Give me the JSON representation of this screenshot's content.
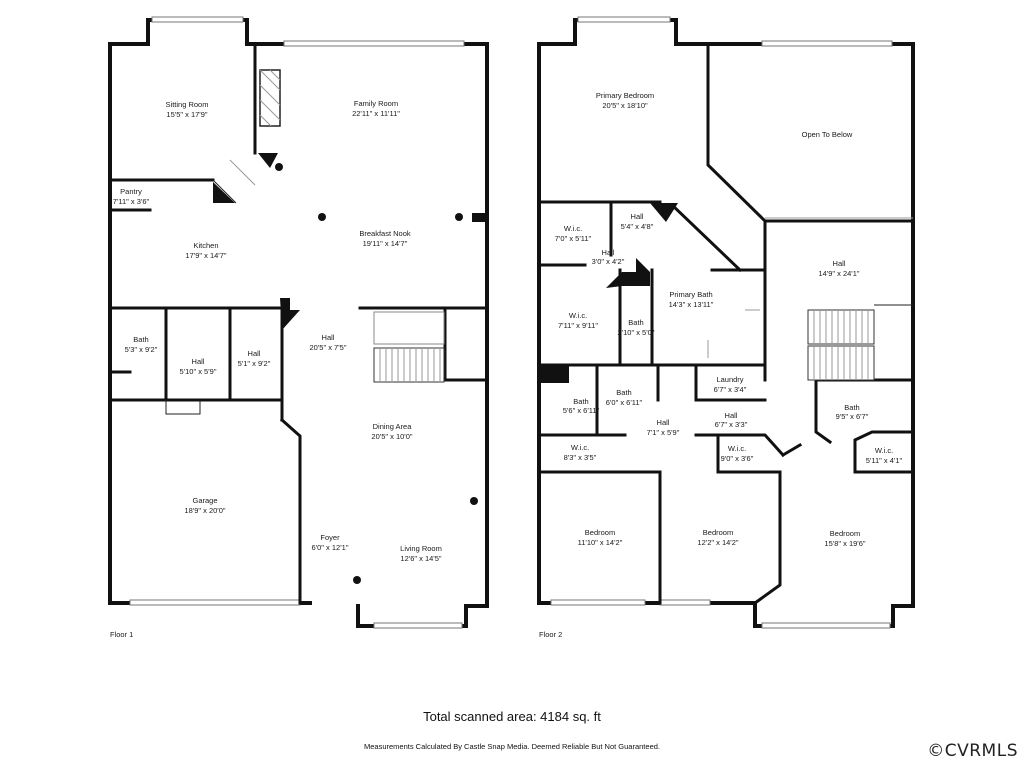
{
  "floors": [
    {
      "label": "Floor 1",
      "rooms": [
        {
          "key": "sitting",
          "name": "Sitting Room",
          "dim": "15'5\" x 17'9\""
        },
        {
          "key": "family",
          "name": "Family Room",
          "dim": "22'11\" x 11'11\""
        },
        {
          "key": "pantry",
          "name": "Pantry",
          "dim": "7'11\" x 3'6\""
        },
        {
          "key": "kitchen",
          "name": "Kitchen",
          "dim": "17'9\" x 14'7\""
        },
        {
          "key": "breakfast",
          "name": "Breakfast Nook",
          "dim": "19'11\" x 14'7\""
        },
        {
          "key": "bath1",
          "name": "Bath",
          "dim": "5'3\" x 9'2\""
        },
        {
          "key": "hallA",
          "name": "Hall",
          "dim": "5'10\" x 5'9\""
        },
        {
          "key": "hallB",
          "name": "Hall",
          "dim": "5'1\" x 9'2\""
        },
        {
          "key": "hallC",
          "name": "Hall",
          "dim": "20'5\" x 7'5\""
        },
        {
          "key": "dining",
          "name": "Dining Area",
          "dim": "20'5\" x 10'0\""
        },
        {
          "key": "garage",
          "name": "Garage",
          "dim": "18'9\" x 20'0\""
        },
        {
          "key": "foyer",
          "name": "Foyer",
          "dim": "6'0\" x 12'1\""
        },
        {
          "key": "living",
          "name": "Living Room",
          "dim": "12'6\" x 14'5\""
        }
      ]
    },
    {
      "label": "Floor 2",
      "rooms": [
        {
          "key": "primary",
          "name": "Primary Bedroom",
          "dim": "20'5\" x 18'10\""
        },
        {
          "key": "open",
          "name": "Open To Below",
          "dim": ""
        },
        {
          "key": "wic1",
          "name": "W.i.c.",
          "dim": "7'0\" x 5'11\""
        },
        {
          "key": "hall2a",
          "name": "Hall",
          "dim": "5'4\" x 4'8\""
        },
        {
          "key": "hall2b",
          "name": "Hall",
          "dim": "3'0\" x 4'2\""
        },
        {
          "key": "hall2c",
          "name": "Hall",
          "dim": "14'9\" x 24'1\""
        },
        {
          "key": "wic2",
          "name": "W.i.c.",
          "dim": "7'11\" x 9'11\""
        },
        {
          "key": "pbath",
          "name": "Primary Bath",
          "dim": "14'3\" x 13'11\""
        },
        {
          "key": "bath2a",
          "name": "Bath",
          "dim": "2'10\" x 5'0\""
        },
        {
          "key": "bath2b",
          "name": "Bath",
          "dim": "6'0\" x 6'11\""
        },
        {
          "key": "laundry",
          "name": "Laundry",
          "dim": "6'7\" x 3'4\""
        },
        {
          "key": "bath2c",
          "name": "Bath",
          "dim": "5'6\" x 6'11\""
        },
        {
          "key": "hall2d",
          "name": "Hall",
          "dim": "7'1\" x 5'9\""
        },
        {
          "key": "hall2e",
          "name": "Hall",
          "dim": "6'7\" x 3'3\""
        },
        {
          "key": "bath2d",
          "name": "Bath",
          "dim": "9'5\" x 6'7\""
        },
        {
          "key": "wic3",
          "name": "W.i.c.",
          "dim": "8'3\" x 3'5\""
        },
        {
          "key": "wic4",
          "name": "W.i.c.",
          "dim": "9'0\" x 3'6\""
        },
        {
          "key": "wic5",
          "name": "W.i.c.",
          "dim": "5'11\" x 4'1\""
        },
        {
          "key": "bed1",
          "name": "Bedroom",
          "dim": "11'10\" x 14'2\""
        },
        {
          "key": "bed2",
          "name": "Bedroom",
          "dim": "12'2\" x 14'2\""
        },
        {
          "key": "bed3",
          "name": "Bedroom",
          "dim": "15'8\" x 19'6\""
        }
      ]
    }
  ],
  "total_area": "Total scanned area: 4184 sq. ft",
  "disclaimer": "Measurements Calculated By Castle Snap Media. Deemed Reliable But Not Guaranteed.",
  "watermark": "©CVRMLS"
}
